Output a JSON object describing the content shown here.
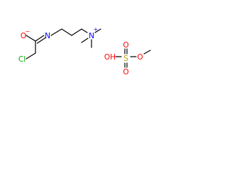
{
  "structure": {
    "atom_labels": {
      "oxygen_amide": "O",
      "nitrogen_imine": "N",
      "nitrogen_ammonium": "N",
      "chlorine": "Cl",
      "sulfur": "S",
      "oxygen_top": "O",
      "oxygen_bottom": "O",
      "oxygen_ester": "O",
      "hydroxyl": "OH"
    },
    "charges": {
      "oxygen_amide": "−",
      "nitrogen_ammonium": "+"
    }
  },
  "colors": {
    "bond": "#000000",
    "oxygen": "#ff0000",
    "nitrogen": "#0000ff",
    "chlorine": "#00aa00",
    "sulfur": "#b8a000"
  }
}
